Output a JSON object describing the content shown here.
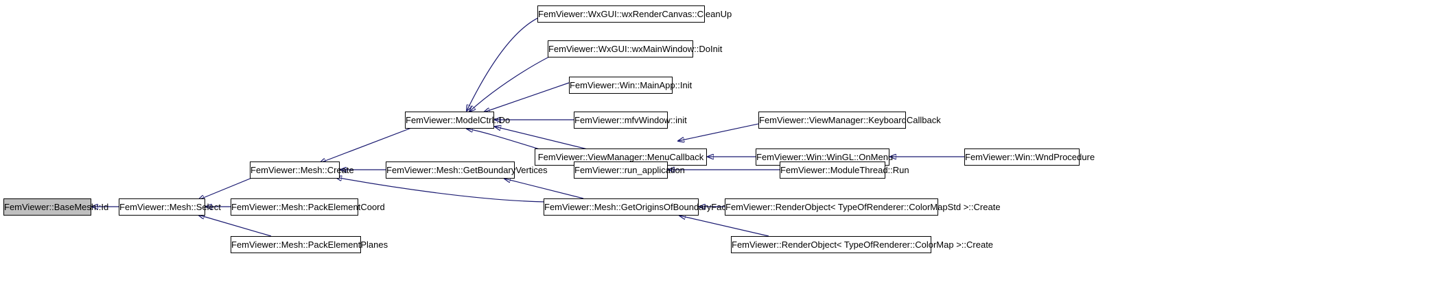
{
  "graph": {
    "root": "FemViewer::BaseMesh::Id",
    "nodes": [
      {
        "id": "basemesh_id",
        "label": "FemViewer::BaseMesh::Id"
      },
      {
        "id": "mesh_select",
        "label": "FemViewer::Mesh::Select"
      },
      {
        "id": "mesh_create",
        "label": "FemViewer::Mesh::Create"
      },
      {
        "id": "pack_coord",
        "label": "FemViewer::Mesh::PackElementCoord"
      },
      {
        "id": "pack_planes",
        "label": "FemViewer::Mesh::PackElementPlanes"
      },
      {
        "id": "modelctrl_do",
        "label": "FemViewer::ModelCtrl::Do"
      },
      {
        "id": "get_bv",
        "label": "FemViewer::Mesh::GetBoundaryVertices"
      },
      {
        "id": "get_obf",
        "label": "FemViewer::Mesh::GetOriginsOfBoundaryFaces"
      },
      {
        "id": "cleanup",
        "label": "FemViewer::WxGUI::wxRenderCanvas::CleanUp"
      },
      {
        "id": "doinit",
        "label": "FemViewer::WxGUI::wxMainWindow::DoInit"
      },
      {
        "id": "mainapp_init",
        "label": "FemViewer::Win::MainApp::Init"
      },
      {
        "id": "mfv_init",
        "label": "FemViewer::mfvWindow::init"
      },
      {
        "id": "menu_cb",
        "label": "FemViewer::ViewManager::MenuCallback"
      },
      {
        "id": "run_app",
        "label": "FemViewer::run_application"
      },
      {
        "id": "keyboard_cb",
        "label": "FemViewer::ViewManager::KeyboardCallback"
      },
      {
        "id": "onmenu",
        "label": "FemViewer::Win::WinGL::OnMenu"
      },
      {
        "id": "module_run",
        "label": "FemViewer::ModuleThread::Run"
      },
      {
        "id": "ro_cmstd",
        "label": "FemViewer::RenderObject< TypeOfRenderer::ColorMapStd >::Create"
      },
      {
        "id": "ro_cm",
        "label": "FemViewer::RenderObject< TypeOfRenderer::ColorMap >::Create"
      },
      {
        "id": "wndproc",
        "label": "FemViewer::Win::WndProcedure"
      }
    ],
    "edges": [
      {
        "from": "mesh_select",
        "to": "basemesh_id"
      },
      {
        "from": "mesh_create",
        "to": "mesh_select"
      },
      {
        "from": "pack_coord",
        "to": "mesh_select"
      },
      {
        "from": "pack_planes",
        "to": "mesh_select"
      },
      {
        "from": "modelctrl_do",
        "to": "mesh_create"
      },
      {
        "from": "get_bv",
        "to": "mesh_create"
      },
      {
        "from": "get_obf",
        "to": "mesh_create"
      },
      {
        "from": "cleanup",
        "to": "modelctrl_do"
      },
      {
        "from": "doinit",
        "to": "modelctrl_do"
      },
      {
        "from": "mainapp_init",
        "to": "modelctrl_do"
      },
      {
        "from": "mfv_init",
        "to": "modelctrl_do"
      },
      {
        "from": "menu_cb",
        "to": "modelctrl_do"
      },
      {
        "from": "run_app",
        "to": "modelctrl_do"
      },
      {
        "from": "get_obf",
        "to": "get_bv"
      },
      {
        "from": "keyboard_cb",
        "to": "menu_cb"
      },
      {
        "from": "onmenu",
        "to": "menu_cb"
      },
      {
        "from": "module_run",
        "to": "run_app"
      },
      {
        "from": "ro_cmstd",
        "to": "get_obf"
      },
      {
        "from": "ro_cm",
        "to": "get_obf"
      },
      {
        "from": "wndproc",
        "to": "onmenu"
      }
    ],
    "colors": {
      "edge": "#191970",
      "node_border": "#000000",
      "node_fill": "#ffffff",
      "root_fill": "#bfbfbf"
    }
  }
}
